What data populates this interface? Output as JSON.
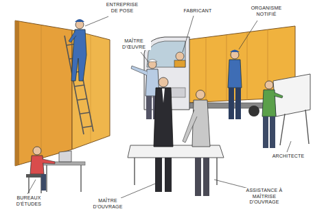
{
  "diagram": {
    "labels": [
      "ENTREPRISE DE POSE",
      "FABRICANT",
      "ORGANISME NOTIFIÉ",
      "MAÎTRE D'ŒUVRE",
      "ARCHITECTE",
      "BUREAUX D'ÉTUDES",
      "MAÎTRE D'OUVRAGE",
      "ASSISTANCE À MAÎTRISE D'OUVRAGE"
    ]
  }
}
